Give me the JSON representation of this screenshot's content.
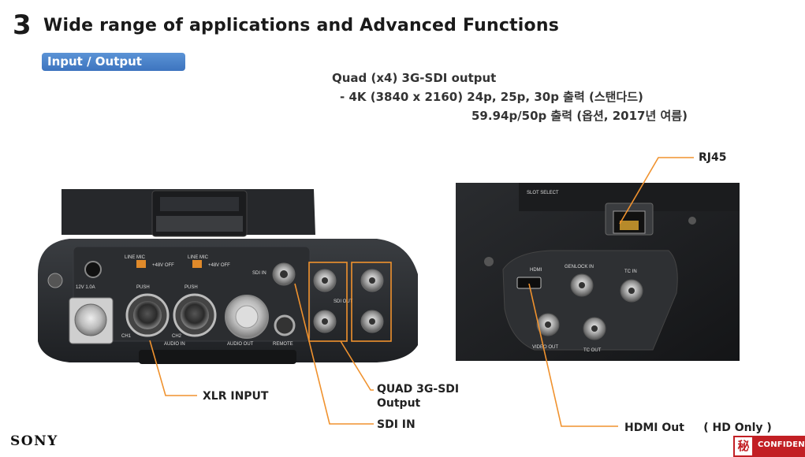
{
  "slide": {
    "number": "3",
    "title": "Wide range of applications and Advanced Functions",
    "section": "Input / Output"
  },
  "description": {
    "line1": "Quad (x4) 3G-SDI output",
    "line2": "- 4K (3840 x 2160)  24p, 25p, 30p 출력 (스탠다드)",
    "line3": "59.94p/50p 출력 (옵션, 2017년 여름)"
  },
  "panel_left": {
    "line_mic_1": "LINE  MIC",
    "line_mic_2": "LINE  MIC",
    "phantom_1": "+48V OFF",
    "phantom_2": "+48V OFF",
    "dc_label": "12V 1.0A",
    "sdi_in": "SDI IN",
    "sdi_out": "SDI OUT",
    "push_1": "PUSH",
    "push_2": "PUSH",
    "ch1": "CH1",
    "ch2": "CH2",
    "audio_in": "AUDIO IN",
    "audio_out": "AUDIO OUT",
    "remote": "REMOTE"
  },
  "panel_right": {
    "slot_select": "SLOT SELECT",
    "hdmi": "HDMI",
    "genlock_in": "GENLOCK IN",
    "tc_in": "TC IN",
    "video_out": "VIDEO OUT",
    "tc_out": "TC OUT"
  },
  "callouts": {
    "rj45": "RJ45",
    "xlr": "XLR INPUT",
    "quad_line1": "QUAD 3G-SDI",
    "quad_line2": "Output",
    "sdi_in": "SDI IN",
    "hdmi_out": "HDMI Out     ( HD Only )"
  },
  "footer": {
    "brand": "SONY",
    "confidential": "CONFIDENTIAL",
    "seal": "秘"
  },
  "colors": {
    "accent_orange": "#f0922e",
    "pill_blue": "#4a82c9",
    "confidential_red": "#c21f24"
  }
}
